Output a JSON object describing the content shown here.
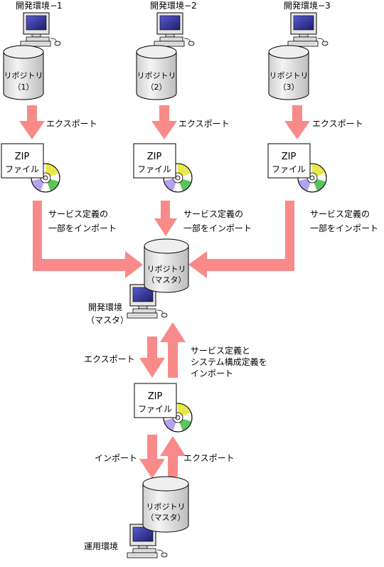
{
  "dev_envs": [
    {
      "title": "開発環境−1",
      "repo_line1": "リポジトリ",
      "repo_line2": "（1）",
      "export_label": "エクスポート",
      "import_line1": "サービス定義の",
      "import_line2": "一部をインポート"
    },
    {
      "title": "開発環境−2",
      "repo_line1": "リポジトリ",
      "repo_line2": "（2）",
      "export_label": "エクスポート",
      "import_line1": "サービス定義の",
      "import_line2": "一部をインポート"
    },
    {
      "title": "開発環境−3",
      "repo_line1": "リポジトリ",
      "repo_line2": "（3）",
      "export_label": "エクスポート",
      "import_line1": "サービス定義の",
      "import_line2": "一部をインポート"
    }
  ],
  "zip": {
    "line1": "ZIP",
    "line2": "ファイル"
  },
  "master": {
    "repo_line1": "リポジトリ",
    "repo_line2": "（マスタ）",
    "env_line1": "開発環境",
    "env_line2": "（マスタ）",
    "export_label": "エクスポート",
    "import_line1": "サービス定義と",
    "import_line2": "システム構成定義を",
    "import_line3": "インポート"
  },
  "prod": {
    "repo_line1": "リポジトリ",
    "repo_line2": "（マスタ）",
    "env_label": "運用環境",
    "import_label": "インポート",
    "export_label": "エクスポート"
  },
  "colors": {
    "arrow": "#f98a8a",
    "monitor_screen": "#2b2b8c",
    "cd_yellow": "#e8e84a",
    "cd_green": "#5cc45c",
    "cd_purple": "#b4a2ec"
  }
}
